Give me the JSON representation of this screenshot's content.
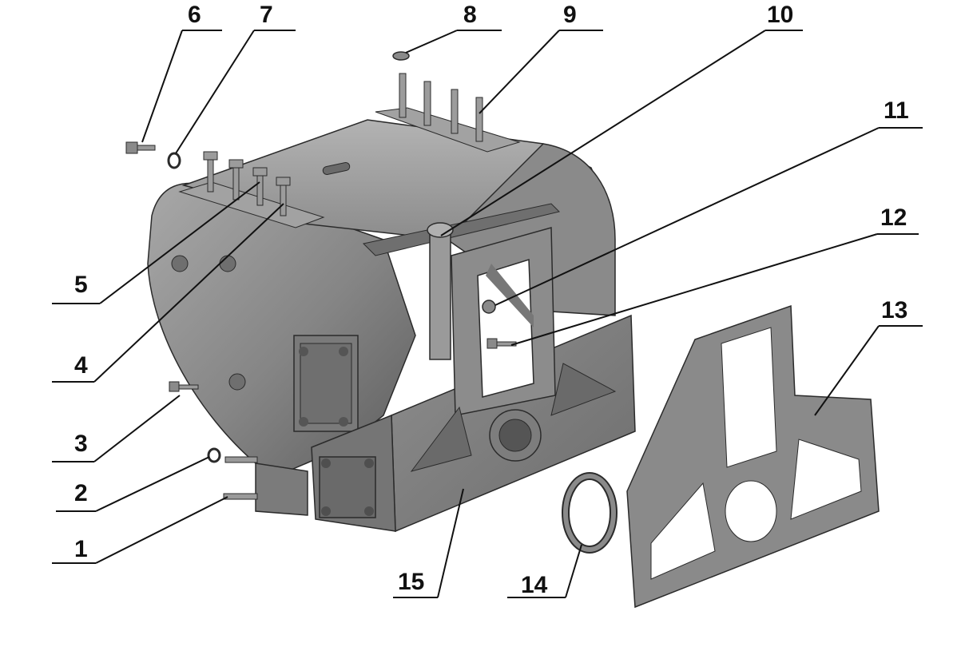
{
  "colors": {
    "body_light": "#9a9a9a",
    "body_mid": "#7f7f7f",
    "body_dark": "#5c5c5c",
    "gasket": "#8a8a8a",
    "outline": "#2b2b2b",
    "text": "#111111"
  },
  "callouts": [
    {
      "id": "c1",
      "label": "1"
    },
    {
      "id": "c2",
      "label": "2"
    },
    {
      "id": "c3",
      "label": "3"
    },
    {
      "id": "c4",
      "label": "4"
    },
    {
      "id": "c5",
      "label": "5"
    },
    {
      "id": "c6",
      "label": "6"
    },
    {
      "id": "c7",
      "label": "7"
    },
    {
      "id": "c8",
      "label": "8"
    },
    {
      "id": "c9",
      "label": "9"
    },
    {
      "id": "c10",
      "label": "10"
    },
    {
      "id": "c11",
      "label": "11"
    },
    {
      "id": "c12",
      "label": "12"
    },
    {
      "id": "c13",
      "label": "13"
    },
    {
      "id": "c14",
      "label": "14"
    },
    {
      "id": "c15",
      "label": "15"
    }
  ]
}
